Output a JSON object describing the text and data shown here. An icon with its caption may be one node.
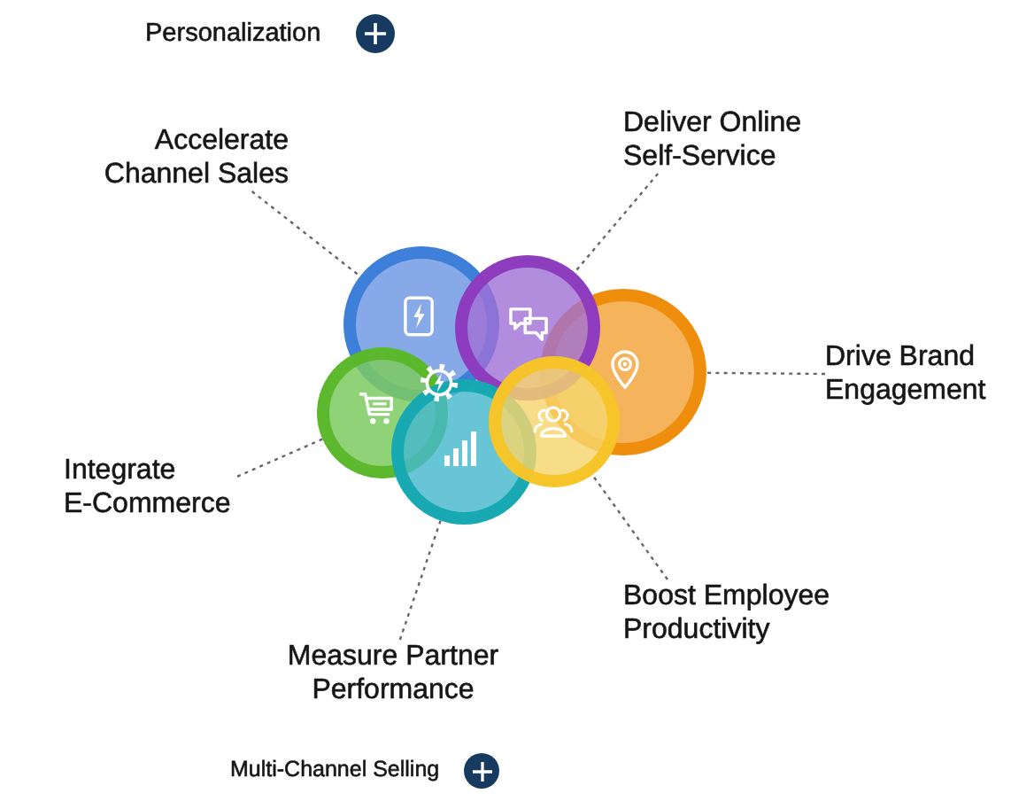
{
  "diagram": {
    "nodes": [
      {
        "text": [
          "Accelerate Channel Sales"
        ]
      },
      {
        "text": [
          "Deliver Online Self-Service"
        ]
      },
      {
        "text": [
          "Drive Brand Engagement"
        ]
      },
      {
        "text": [
          "Integrate E-Commerce"
        ]
      },
      {
        "text": [
          "Boost Employee Productivity"
        ]
      },
      {
        "text": [
          "Measure Partner Performance"
        ]
      },
      {
        "text": [],
        "shape": "circle"
      },
      {
        "text": [],
        "shape": "circle"
      },
      {
        "text": [],
        "shape": "circle"
      },
      {
        "text": [],
        "shape": "circle"
      },
      {
        "text": [],
        "shape": "circle"
      },
      {
        "text": [],
        "shape": "circle"
      }
    ],
    "edges": [
      {
        "from": 0,
        "to": 6,
        "arrow": "none",
        "style": "dashed"
      },
      {
        "from": 1,
        "to": 7,
        "arrow": "none",
        "style": "dashed"
      },
      {
        "from": 2,
        "to": 8,
        "arrow": "none",
        "style": "dashed"
      },
      {
        "from": 3,
        "to": 9,
        "arrow": "none",
        "style": "dashed"
      },
      {
        "from": 4,
        "to": 11,
        "arrow": "none",
        "style": "dashed"
      },
      {
        "from": 5,
        "to": 10,
        "arrow": "none",
        "style": "dashed"
      }
    ],
    "labels": [
      "Personalization",
      "Multi-Channel Selling"
    ]
  }
}
